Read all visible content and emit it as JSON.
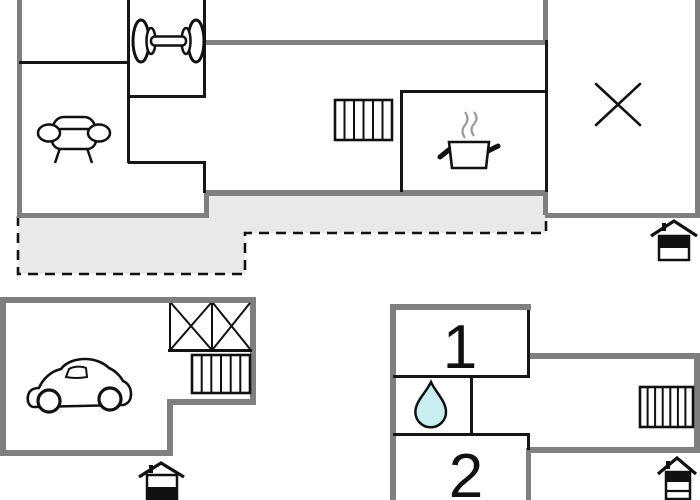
{
  "plan_title": "holiday-home-floor-plan",
  "colors": {
    "background": "#ffffff",
    "outer_wall": "#7f7f7f",
    "inner_wall": "#161616",
    "terrace_fill": "#e9e9e9",
    "dash_border": "#111111",
    "water_drop_fill": "#c9eef2",
    "steam": "#9a9a9a",
    "icon_stroke": "#111111"
  },
  "upper_floor": {
    "rooms": [
      {
        "name": "room-top-left",
        "icon": null
      },
      {
        "name": "living-room",
        "icon": "sofa-icon"
      },
      {
        "name": "fitness-room",
        "icon": "dumbbell-icon"
      },
      {
        "name": "hall",
        "icon": "stairs-icon"
      },
      {
        "name": "kitchen",
        "icon": "cooking-pot-icon"
      },
      {
        "name": "crossed-room",
        "icon": "x-mark-icon"
      },
      {
        "name": "terrace",
        "icon": null,
        "border": "dashed"
      }
    ],
    "level_icon": "house-level-icon-top-filled"
  },
  "garage_building": {
    "rooms": [
      {
        "name": "garage",
        "icon": "car-icon"
      },
      {
        "name": "storage-crossed-boxes",
        "icon": "crossed-box-icon"
      },
      {
        "name": "stairwell",
        "icon": "stairs-icon"
      }
    ],
    "level_icon": "house-level-icon-bottom-filled"
  },
  "annex_building": {
    "room1_label": "1",
    "room2_label": "2",
    "rooms": [
      {
        "name": "bedroom-1",
        "label": "1"
      },
      {
        "name": "bathroom",
        "icon": "water-drop-icon"
      },
      {
        "name": "bedroom-2",
        "label": "2"
      },
      {
        "name": "landing",
        "icon": "stairs-icon"
      }
    ],
    "level_icon": "house-level-icon-three-story-top-filled"
  }
}
